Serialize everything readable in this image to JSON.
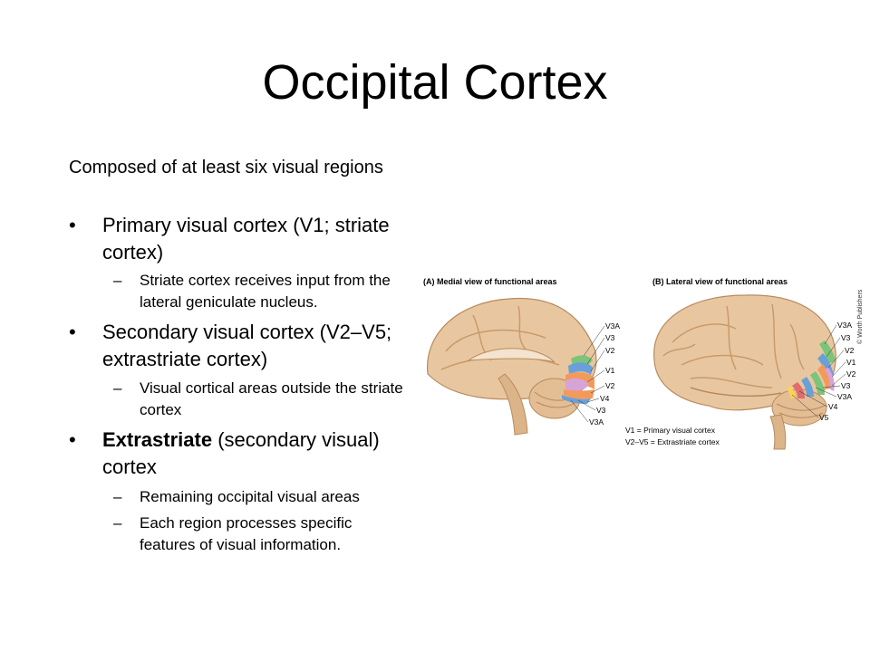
{
  "slide": {
    "title": "Occipital Cortex",
    "intro": "Composed of at least six visual regions",
    "bullets": [
      {
        "text": "Primary visual cortex (V1; striate cortex)",
        "subs": [
          "Striate cortex receives input from the lateral geniculate nucleus."
        ]
      },
      {
        "text": "Secondary visual cortex (V2–V5; extrastriate cortex)",
        "subs": [
          "Visual cortical areas outside the striate cortex"
        ]
      },
      {
        "bold": "Extrastriate",
        "rest": " (secondary visual) cortex",
        "subs": [
          "Remaining occipital visual areas",
          "Each region processes specific features of visual information."
        ]
      }
    ],
    "bullet_glyph": "•",
    "dash_glyph": "–"
  },
  "figure": {
    "panel_a": "(A) Medial view of functional areas",
    "panel_b": "(B) Lateral view of functional areas",
    "credit": "© Worth Publishers",
    "labels_a": [
      "V3A",
      "V3",
      "V2",
      "V1",
      "V2",
      "V4",
      "V3",
      "V3A"
    ],
    "labels_b": [
      "V3A",
      "V3",
      "V2",
      "V1",
      "V2",
      "V3",
      "V3A",
      "V4",
      "V5"
    ],
    "legend_1": "V1 = Primary visual cortex",
    "legend_2": "V2–V5 = Extrastriate cortex",
    "colors": {
      "brain": "#e8c7a0",
      "brain_dark": "#c99a6a",
      "v1": "#d7a4d6",
      "v2": "#f29a5b",
      "v3": "#6aa0d8",
      "v3a": "#7cc47a",
      "v4": "#e26b6b",
      "v5": "#f6d35a"
    }
  }
}
